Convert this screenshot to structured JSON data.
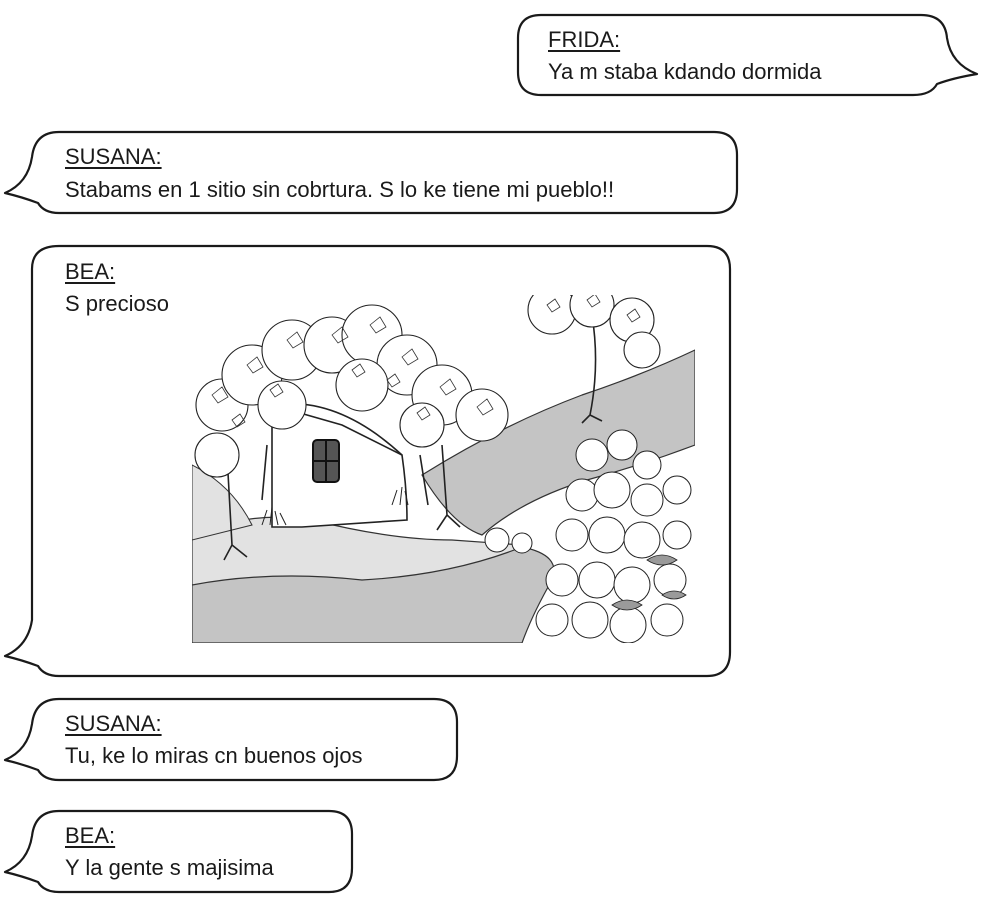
{
  "messages": [
    {
      "sender": "FRIDA:",
      "text": "Ya m staba kdando dormida",
      "side": "right"
    },
    {
      "sender": "SUSANA:",
      "text": "Stabams en 1 sitio sin cobrtura. S lo ke tiene mi pueblo!!",
      "side": "left"
    },
    {
      "sender": "BEA:",
      "text": "S precioso",
      "side": "left",
      "attachment": "village-house-illustration"
    },
    {
      "sender": "SUSANA:",
      "text": "Tu, ke lo miras cn buenos ojos",
      "side": "left"
    },
    {
      "sender": "BEA:",
      "text": "Y la gente s majisima",
      "side": "left"
    }
  ],
  "colors": {
    "bubble_fill": "#ffffff",
    "bubble_stroke": "#1a1a1a",
    "text": "#1a1a1a",
    "illustration_gray_dark": "#9a9a9a",
    "illustration_gray_mid": "#c4c4c4",
    "illustration_gray_light": "#e2e2e2"
  }
}
